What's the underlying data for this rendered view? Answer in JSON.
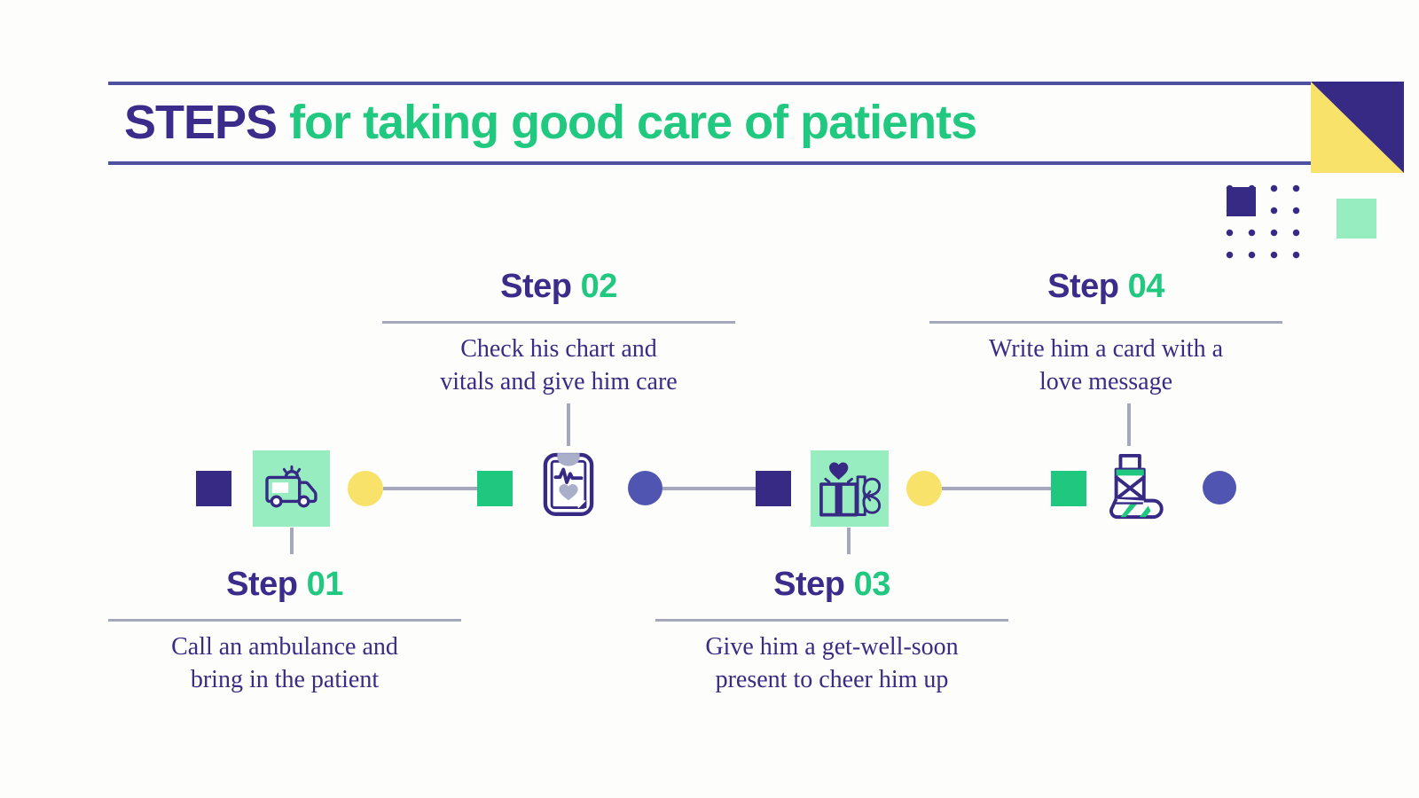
{
  "title": {
    "highlight": "STEPS",
    "rest": "for taking good care of patients"
  },
  "steps": [
    {
      "label": "Step",
      "number": "01",
      "desc_line1": "Call an ambulance and",
      "desc_line2": "bring in the patient",
      "icon": "ambulance-icon"
    },
    {
      "label": "Step",
      "number": "02",
      "desc_line1": "Check his chart and",
      "desc_line2": "vitals and give him care",
      "icon": "medical-chart-icon"
    },
    {
      "label": "Step",
      "number": "03",
      "desc_line1": "Give him a get-well-soon",
      "desc_line2": "present to cheer him up",
      "icon": "gift-icon"
    },
    {
      "label": "Step",
      "number": "04",
      "desc_line1": "Write him a card with a",
      "desc_line2": "love message",
      "icon": "inhaler-icon"
    }
  ],
  "decor": {
    "corner_shape": "diagonal-split-square",
    "dot_grid": "4x4-dots",
    "squares": [
      "indigo-square",
      "mint-square"
    ]
  },
  "colors": {
    "indigo": "#372a84",
    "indigo_text": "#3b2b8b",
    "green": "#1fc77f",
    "green_text": "#21c87f",
    "mint": "#97edbf",
    "yellow": "#f9e26a",
    "blue_circle": "#4f55b0",
    "connector_gray": "#a5a8bc",
    "header_rule": "#4d519f",
    "icon_accent_gray": "#a9aec9",
    "background": "#fdfdfb"
  }
}
